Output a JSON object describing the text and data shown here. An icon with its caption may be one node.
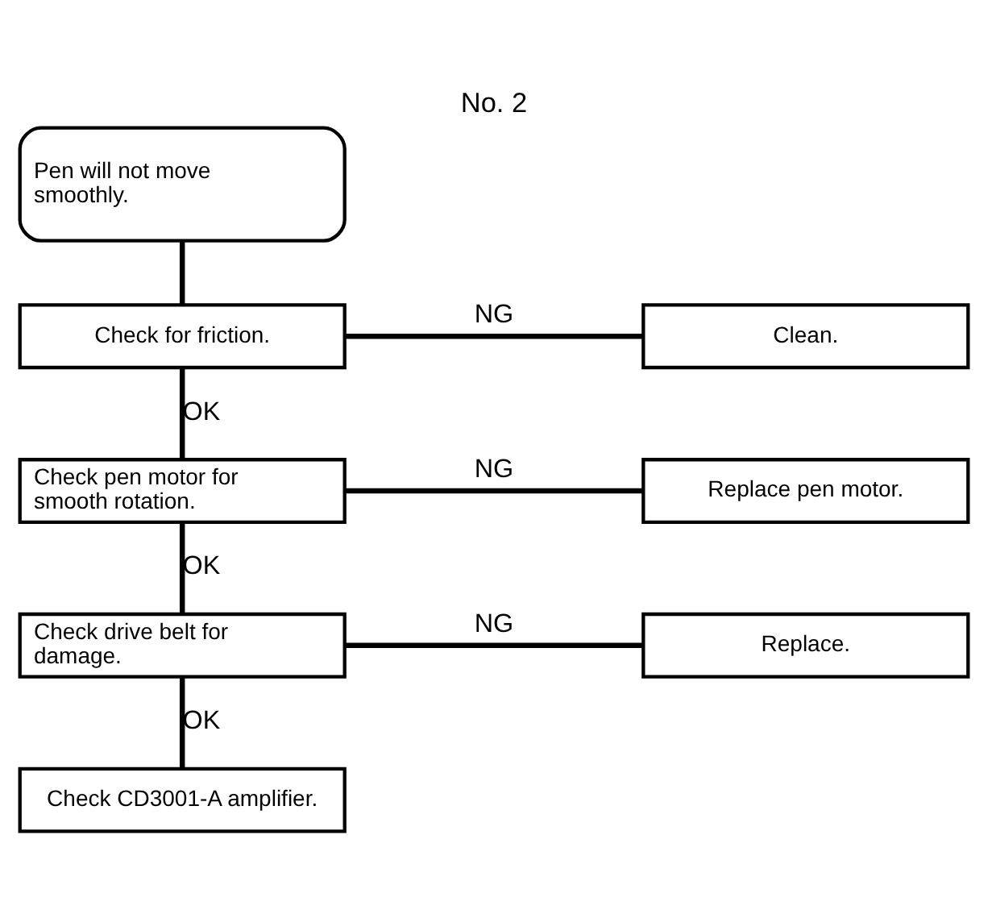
{
  "diagram": {
    "title": "No. 2",
    "nodes": [
      {
        "text": [
          "Pen will not move smoothly."
        ]
      },
      {
        "text": [
          "Check for friction."
        ]
      },
      {
        "text": [
          "Clean."
        ]
      },
      {
        "text": [
          "Check pen motor for smooth rotation."
        ]
      },
      {
        "text": [
          "Replace pen motor."
        ]
      },
      {
        "text": [
          "Check drive belt for damage."
        ]
      },
      {
        "text": [
          "Replace."
        ]
      },
      {
        "text": [
          "Check CD3001-A amplifier."
        ]
      }
    ],
    "edges": [
      {
        "from": 0,
        "to": 1,
        "arrow": "none"
      },
      {
        "from": 1,
        "to": 2,
        "arrow": "none",
        "label": "NG"
      },
      {
        "from": 1,
        "to": 3,
        "arrow": "none",
        "label": "OK"
      },
      {
        "from": 3,
        "to": 4,
        "arrow": "none",
        "label": "NG"
      },
      {
        "from": 3,
        "to": 5,
        "arrow": "none",
        "label": "OK"
      },
      {
        "from": 5,
        "to": 6,
        "arrow": "none",
        "label": "NG"
      },
      {
        "from": 5,
        "to": 7,
        "arrow": "none",
        "label": "OK"
      }
    ]
  }
}
